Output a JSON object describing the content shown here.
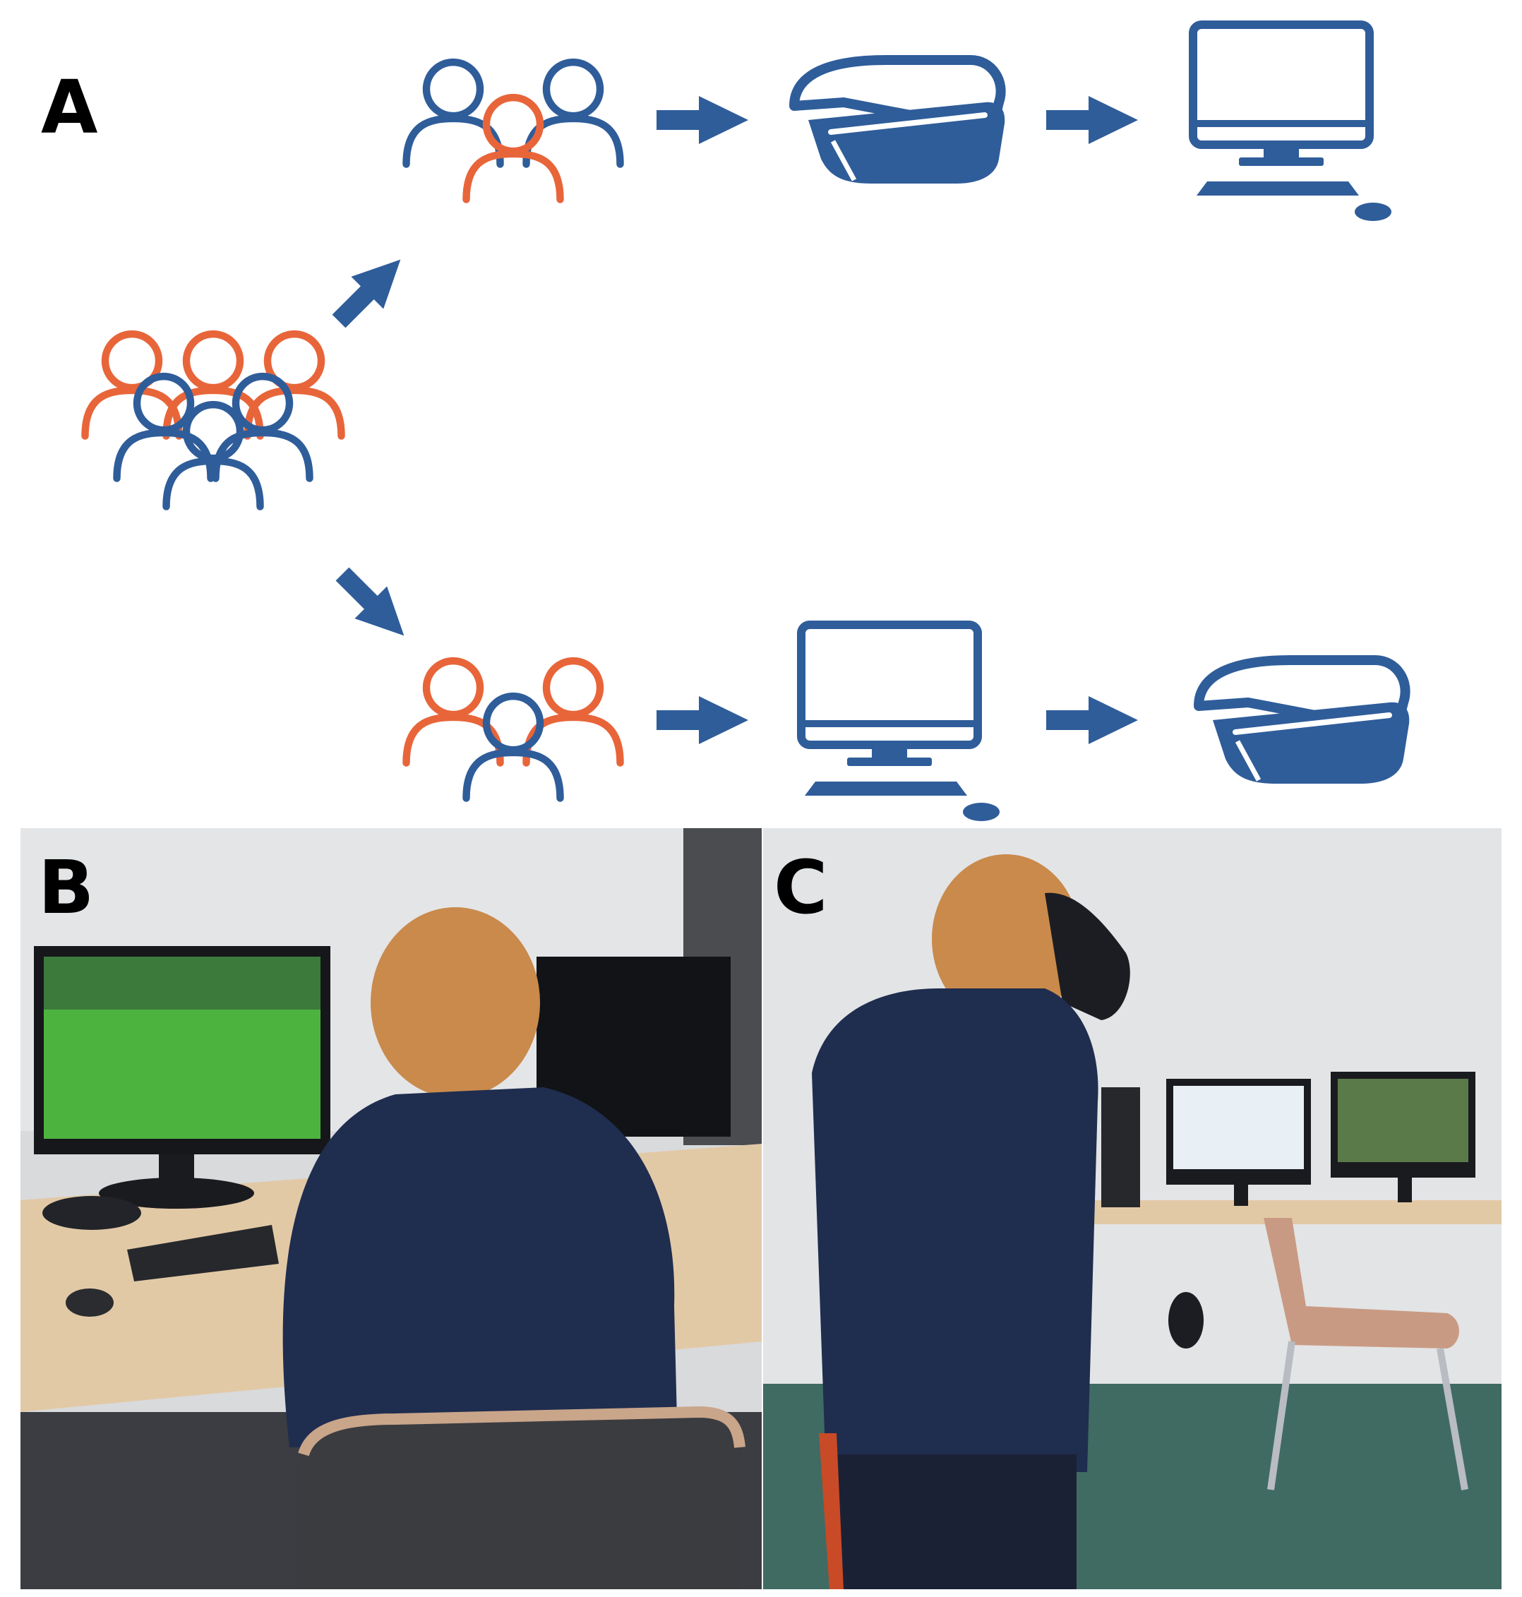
{
  "panels": {
    "a": {
      "label": "A"
    },
    "b": {
      "label": "B"
    },
    "c": {
      "label": "C"
    }
  },
  "colors": {
    "icon_blue": "#2f5d9a",
    "icon_orange": "#e8653a"
  },
  "icons": {
    "group_all": "group-of-people-icon",
    "group": "three-people-icon",
    "vr": "vr-headset-icon",
    "desktop": "desktop-computer-icon",
    "arrow": "arrow-icon"
  }
}
